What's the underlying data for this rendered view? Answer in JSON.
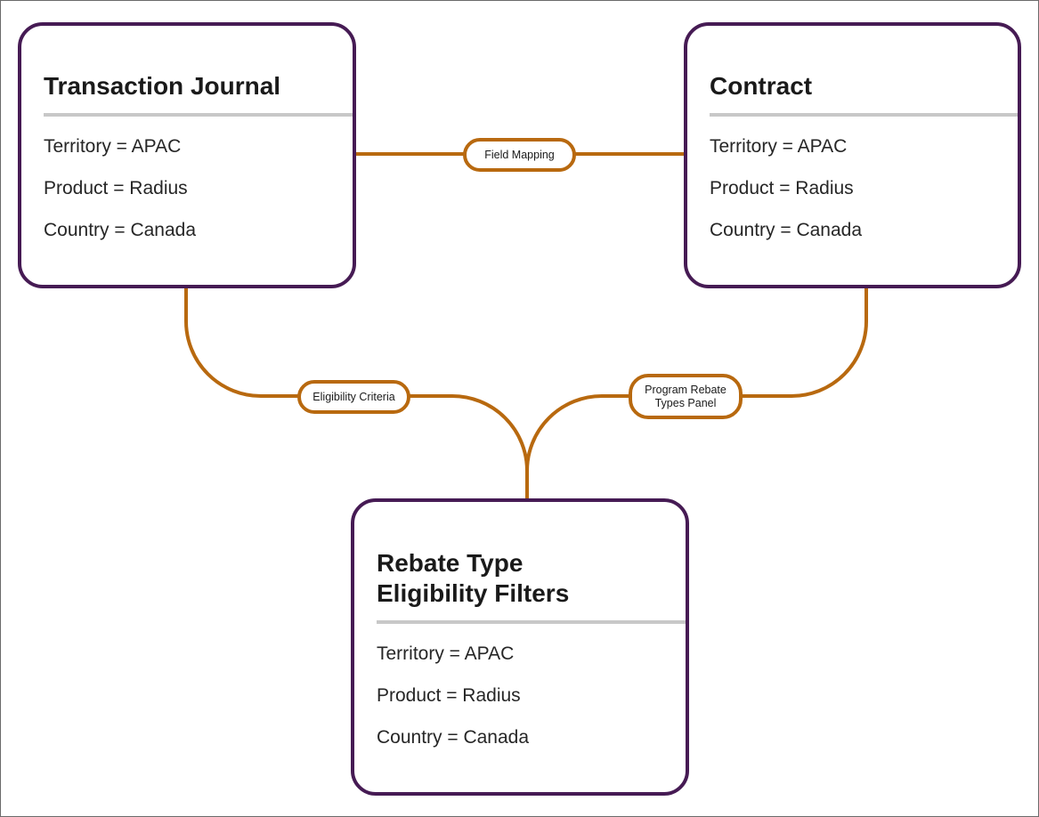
{
  "colors": {
    "card_border": "#461b54",
    "connector": "#b8690f",
    "divider": "#c8c8c8",
    "text": "#1a1a1a"
  },
  "nodes": {
    "transaction_journal": {
      "title": "Transaction Journal",
      "rows": [
        "Territory = APAC",
        "Product = Radius",
        "Country = Canada"
      ]
    },
    "contract": {
      "title": "Contract",
      "rows": [
        "Territory = APAC",
        "Product = Radius",
        "Country = Canada"
      ]
    },
    "rebate_type_eligibility_filters": {
      "title": "Rebate Type\nEligibility Filters",
      "rows": [
        "Territory = APAC",
        "Product = Radius",
        "Country = Canada"
      ]
    }
  },
  "edges": {
    "field_mapping": {
      "label": "Field Mapping",
      "from": "Transaction Journal",
      "to": "Contract"
    },
    "eligibility_criteria": {
      "label": "Eligibility Criteria",
      "from": "Transaction Journal",
      "to": "Rebate Type Eligibility Filters"
    },
    "program_rebate_types_panel": {
      "label": "Program Rebate\nTypes Panel",
      "from": "Contract",
      "to": "Rebate Type Eligibility Filters"
    }
  }
}
